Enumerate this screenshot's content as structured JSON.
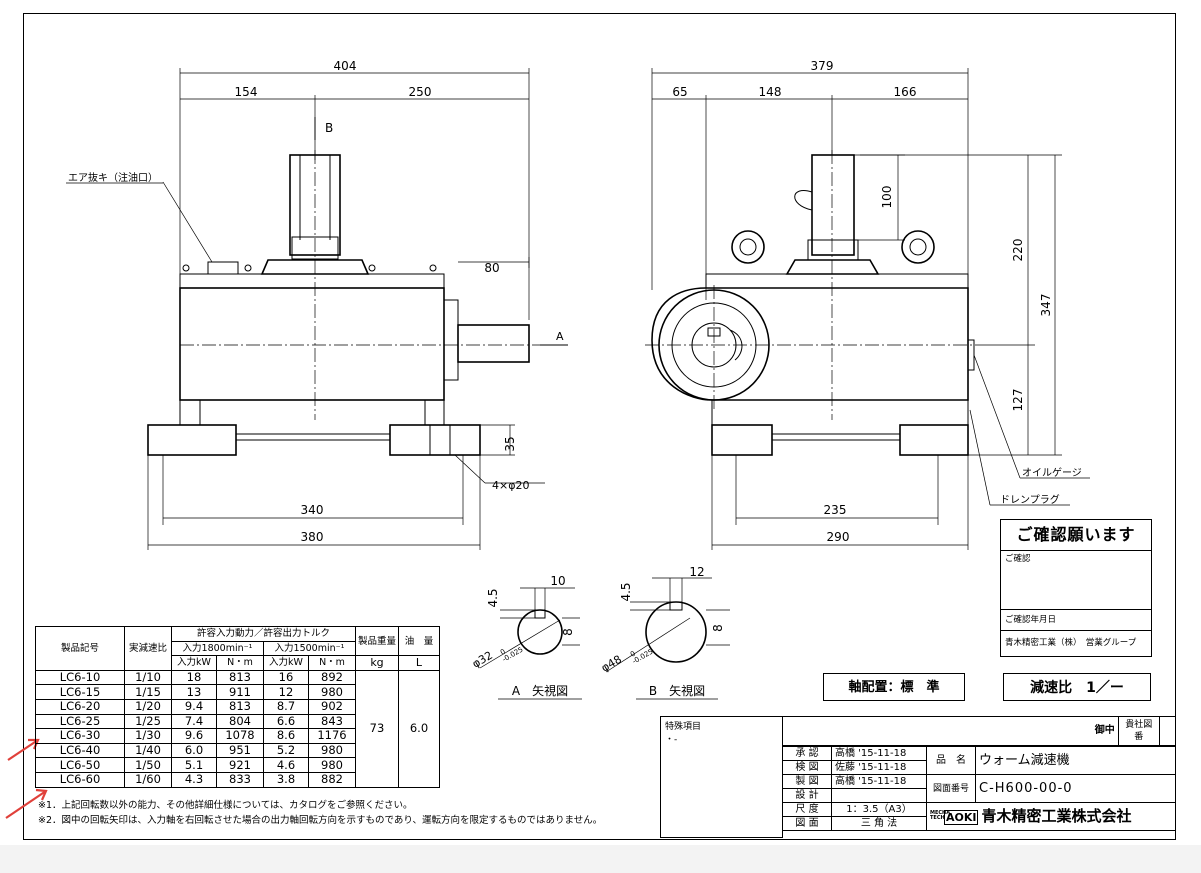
{
  "drawing": {
    "front_view": {
      "dims": {
        "overall_width": "404",
        "left_part": "154",
        "right_part": "250",
        "shaft_ext": "80",
        "base_hole_pitch": "340",
        "base_width": "380",
        "base_height": "35",
        "holes": "4×φ20"
      },
      "labels": {
        "air_vent": "エア抜キ（注油口）",
        "arrow_b": "B",
        "arrow_a": "A"
      }
    },
    "side_view": {
      "dims": {
        "overall_width": "379",
        "left_part": "65",
        "mid_part": "148",
        "right_part": "166",
        "shaft_len": "100",
        "upper_height": "220",
        "overall_height": "347",
        "center_height": "127",
        "base_hole_pitch": "235",
        "base_width": "290"
      },
      "labels": {
        "oil_gauge": "オイルゲージ",
        "drain_plug": "ドレンプラグ"
      }
    },
    "view_a": {
      "key_width": "10",
      "key_depth": "4.5",
      "key_len": "8",
      "diameter": "φ32",
      "tolerance": "-0.025",
      "tolerance_upper": "0",
      "caption": "A　矢視図"
    },
    "view_b": {
      "key_width": "12",
      "key_depth": "4.5",
      "key_len": "8",
      "diameter": "φ48",
      "tolerance": "-0.025",
      "tolerance_upper": "0",
      "caption": "B　矢視図"
    }
  },
  "spec_table": {
    "headers": {
      "model": "製品記号",
      "ratio": "実減速比",
      "group": "許容入力動力／許容出力トルク",
      "in1800": "入力1800min⁻¹",
      "in1500": "入力1500min⁻¹",
      "kw": "入力kW",
      "nm": "N・m",
      "weight": "製品重量",
      "weight_unit": "kg",
      "oil": "油　量",
      "oil_unit": "L"
    },
    "rows": [
      [
        "LC6-10",
        "1/10",
        "18",
        "813",
        "16",
        "892"
      ],
      [
        "LC6-15",
        "1/15",
        "13",
        "911",
        "12",
        "980"
      ],
      [
        "LC6-20",
        "1/20",
        "9.4",
        "813",
        "8.7",
        "902"
      ],
      [
        "LC6-25",
        "1/25",
        "7.4",
        "804",
        "6.6",
        "843"
      ],
      [
        "LC6-30",
        "1/30",
        "9.6",
        "1078",
        "8.6",
        "1176"
      ],
      [
        "LC6-40",
        "1/40",
        "6.0",
        "951",
        "5.2",
        "980"
      ],
      [
        "LC6-50",
        "1/50",
        "5.1",
        "921",
        "4.6",
        "980"
      ],
      [
        "LC6-60",
        "1/60",
        "4.3",
        "833",
        "3.8",
        "882"
      ]
    ],
    "weight": "73",
    "oil": "6.0",
    "notes": [
      "※1．上記回転数以外の能力、その他詳細仕様については、カタログをご参照ください。",
      "※2．図中の回転矢印は、入力軸を右回転させた場合の出力軸回転方向を示すものであり、運転方向を限定するものではありません。"
    ]
  },
  "confirm": {
    "title": "ご確認願います",
    "confirm_label": "ご確認",
    "date_label": "ご確認年月日",
    "company": "青木精密工業（株）　営業グループ"
  },
  "shaft_arrangement": "軸配置：標　準",
  "ratio_box": "減速比　1／ー",
  "title_block": {
    "special_label": "特殊項目",
    "special_value": "・-",
    "to": "御中",
    "client_dwg_no": "貴社図番",
    "approve": "承 認",
    "approve_by": "高橋 '15-11-18",
    "check": "検 図",
    "check_by": "佐藤 '15-11-18",
    "draw": "製 図",
    "draw_by": "高橋 '15-11-18",
    "design": "設 計",
    "scale_label": "尺 度",
    "scale": "1：3.5（A3）",
    "projection_label": "図 面",
    "projection": "三 角 法",
    "name_label": "品　名",
    "name": "ウォーム減速機",
    "dwg_no_label": "図面番号",
    "dwg_no": "C-H600-00-0",
    "logo_small": "MECHA TECH",
    "logo": "AOKI",
    "company": "青木精密工業株式会社"
  },
  "colors": {
    "annotation_arrow": "#e0403a"
  }
}
